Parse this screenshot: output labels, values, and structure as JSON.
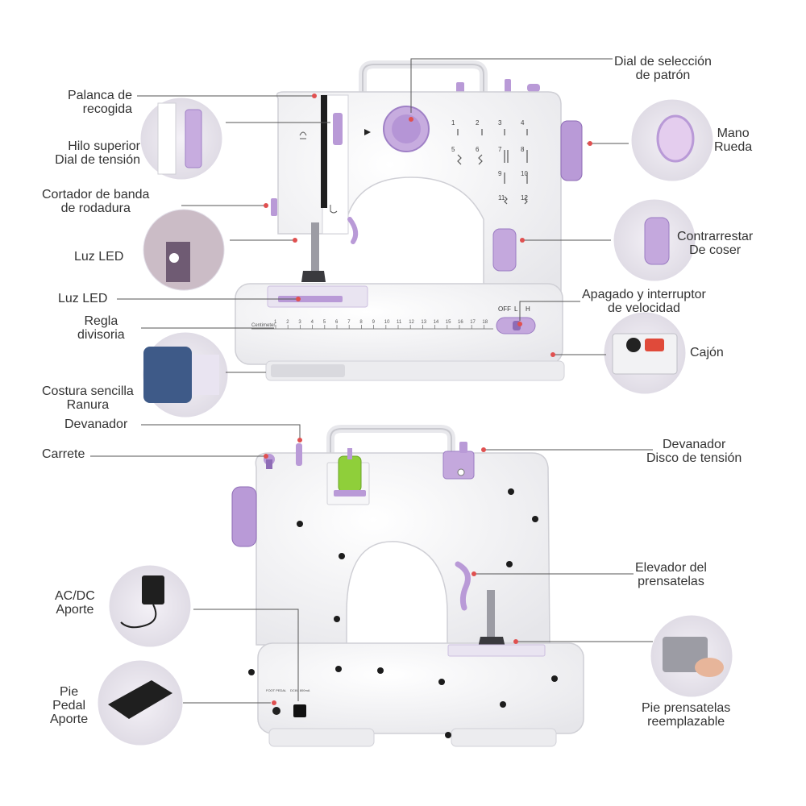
{
  "colors": {
    "accent": "#b99ad7",
    "accent_dark": "#8e6cb6",
    "body": "#f3f3f5",
    "line": "#555555",
    "dot": "#e05050"
  },
  "top_machine": {
    "stitch_numbers": [
      "1",
      "2",
      "3",
      "4",
      "5",
      "6",
      "7",
      "8",
      "9",
      "10",
      "11",
      "12"
    ],
    "switch_labels": [
      "OFF",
      "L",
      "H"
    ],
    "ruler_label": "Centimeter",
    "ruler_ticks": [
      "1",
      "2",
      "3",
      "4",
      "5",
      "6",
      "7",
      "8",
      "9",
      "10",
      "11",
      "12",
      "13",
      "14",
      "15",
      "16",
      "17",
      "18"
    ]
  },
  "bottom_machine": {
    "port_label_left": "FOOT PEDAL",
    "port_label_right": "DC6V 800mA"
  },
  "labels": {
    "pattern_dial": [
      "Dial de selección",
      "de patrón"
    ],
    "take_up_lever": [
      "Palanca de",
      "recogida"
    ],
    "upper_thread_tension": [
      "Hilo superior",
      "Dial de tensión"
    ],
    "thread_cutter": [
      "Cortador de banda",
      "de rodadura"
    ],
    "led_light_1": [
      "Luz LED"
    ],
    "led_light_2": [
      "Luz LED"
    ],
    "ruler": [
      "Regla",
      "divisoria"
    ],
    "simple_seam_slot": [
      "Costura sencilla",
      "Ranura"
    ],
    "hand_wheel": [
      "Mano",
      "Rueda"
    ],
    "reverse_sewing": [
      "Contrarrestar",
      "De coser"
    ],
    "power_speed_switch": [
      "Apagado y interruptor",
      "de velocidad"
    ],
    "drawer": [
      "Cajón"
    ],
    "bobbin_winder": [
      "Devanador"
    ],
    "spool": [
      "Carrete"
    ],
    "winder_tension_disc": [
      "Devanador",
      "Disco de tensión"
    ],
    "presser_lifter": [
      "Elevador del",
      "prensatelas"
    ],
    "acdc_input": [
      "AC/DC",
      "Aporte"
    ],
    "foot_pedal_input": [
      "Pie",
      "Pedal",
      "Aporte"
    ],
    "replaceable_presser_foot": [
      "Pie prensatelas",
      "reemplazable"
    ]
  }
}
